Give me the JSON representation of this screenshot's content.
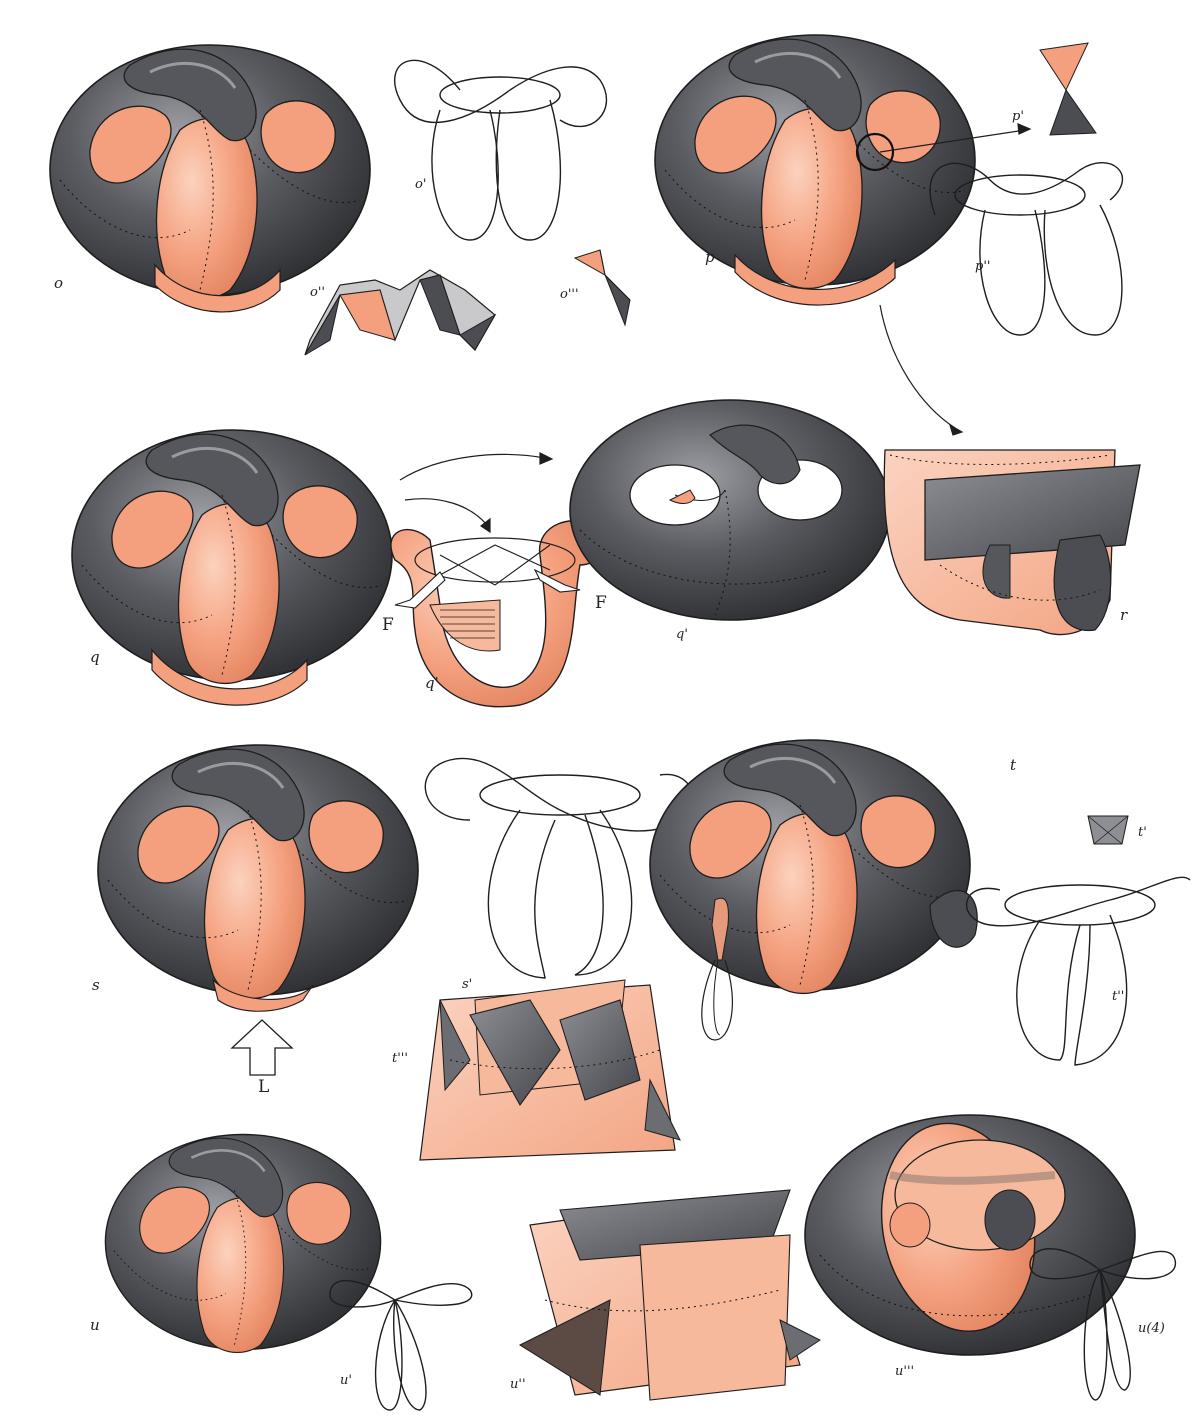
{
  "colors": {
    "dark_surface": "#4b4d52",
    "dark_shade": "#2a2b2f",
    "dark_highlight": "#a7a8ac",
    "salmon_surface": "#f4a07e",
    "salmon_light": "#fbc7ad",
    "line": "#1e1e1e",
    "background": "#ffffff"
  },
  "labels": {
    "o": "o",
    "o1": "o'",
    "o2": "o''",
    "o3": "o'''",
    "p": "p",
    "p1": "p'",
    "p2": "p''",
    "q": "q",
    "q1": "q'",
    "q2": "q'",
    "r": "r",
    "s": "s",
    "s1": "s'",
    "t": "t",
    "t1": "t'",
    "t2": "t''",
    "t3": "t'''",
    "u": "u",
    "u1": "u'",
    "u2": "u''",
    "u3": "u'''",
    "u4": "u(4)",
    "F_left": "F",
    "F_right": "F",
    "L": "L"
  }
}
